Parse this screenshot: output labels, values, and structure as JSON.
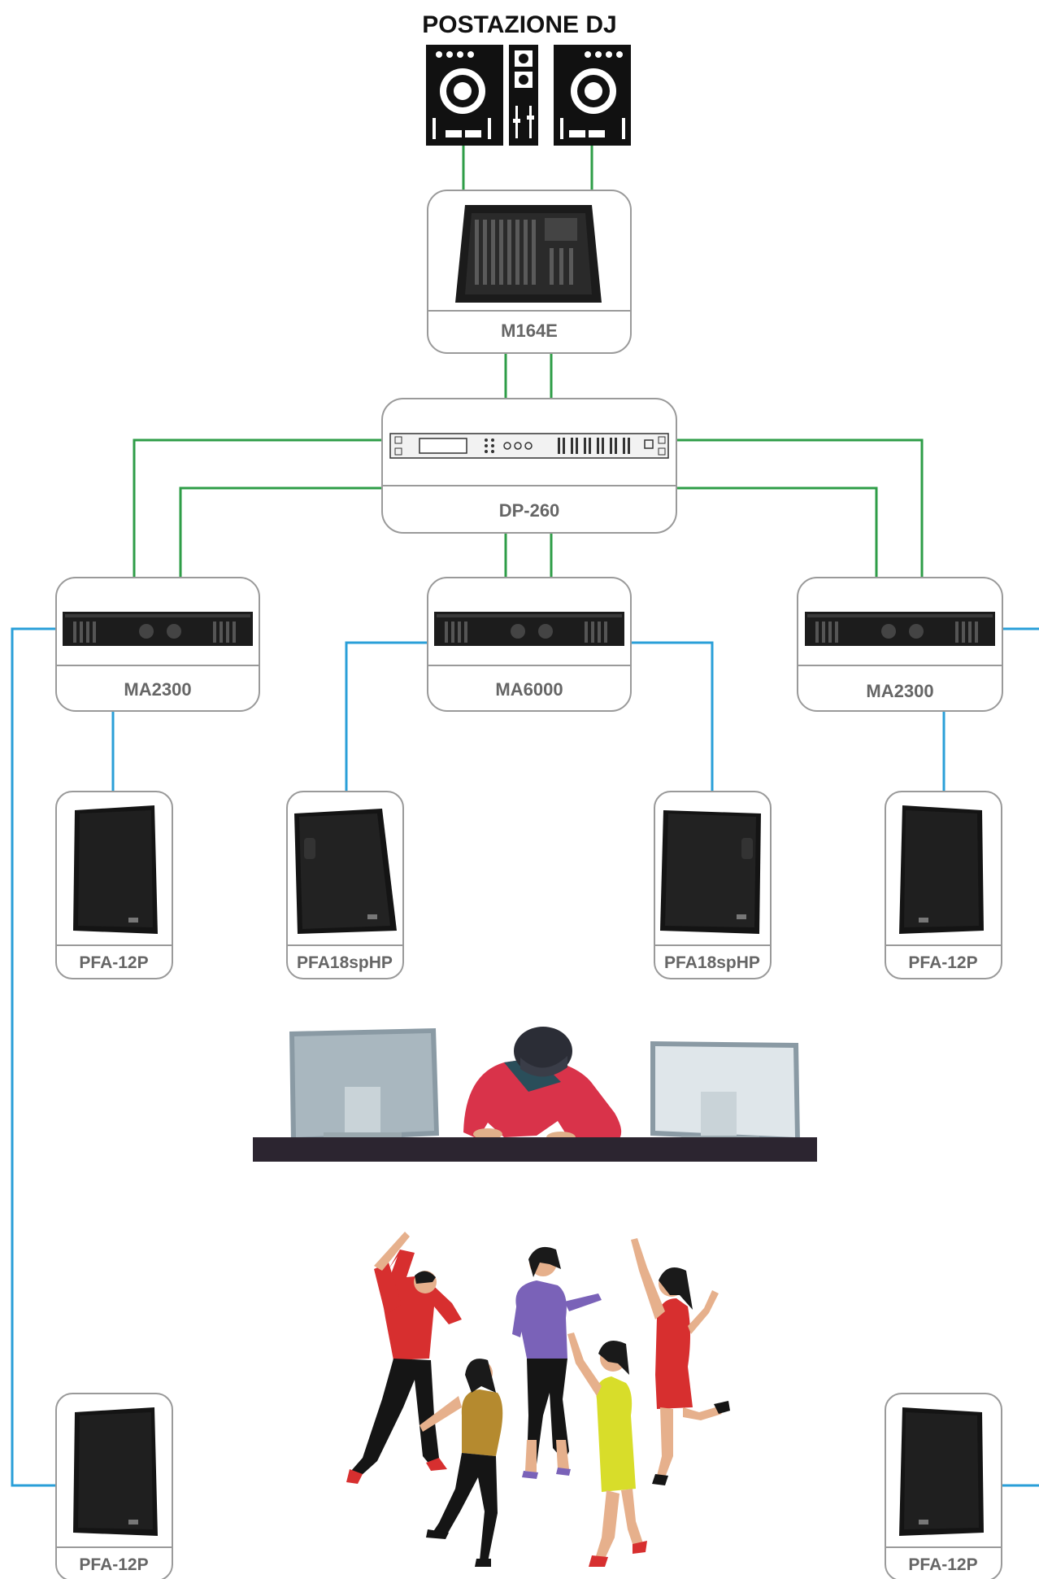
{
  "title": "POSTAZIONE DJ",
  "colors": {
    "line_signal": "#2e9d47",
    "line_speaker": "#2a9fd8",
    "box_border": "#9a9a9a",
    "label_text": "#666666",
    "equipment_black": "#111111"
  },
  "nodes": {
    "mixer": {
      "label": "M164E"
    },
    "processor": {
      "label": "DP-260"
    },
    "amp_left": {
      "label": "MA2300"
    },
    "amp_center": {
      "label": "MA6000"
    },
    "amp_right": {
      "label": "MA2300"
    },
    "speaker_left": {
      "label": "PFA-12P"
    },
    "sub_left": {
      "label": "PFA18spHP"
    },
    "sub_right": {
      "label": "PFA18spHP"
    },
    "speaker_right": {
      "label": "PFA-12P"
    },
    "speaker_bottom_left": {
      "label": "PFA-12P"
    },
    "speaker_bottom_right": {
      "label": "PFA-12P"
    }
  },
  "illustrations": {
    "dj_station_icon": "dj-controller-icon",
    "dj_booth": "dj-booth-illustration",
    "dancers": "dancing-crowd-illustration"
  }
}
